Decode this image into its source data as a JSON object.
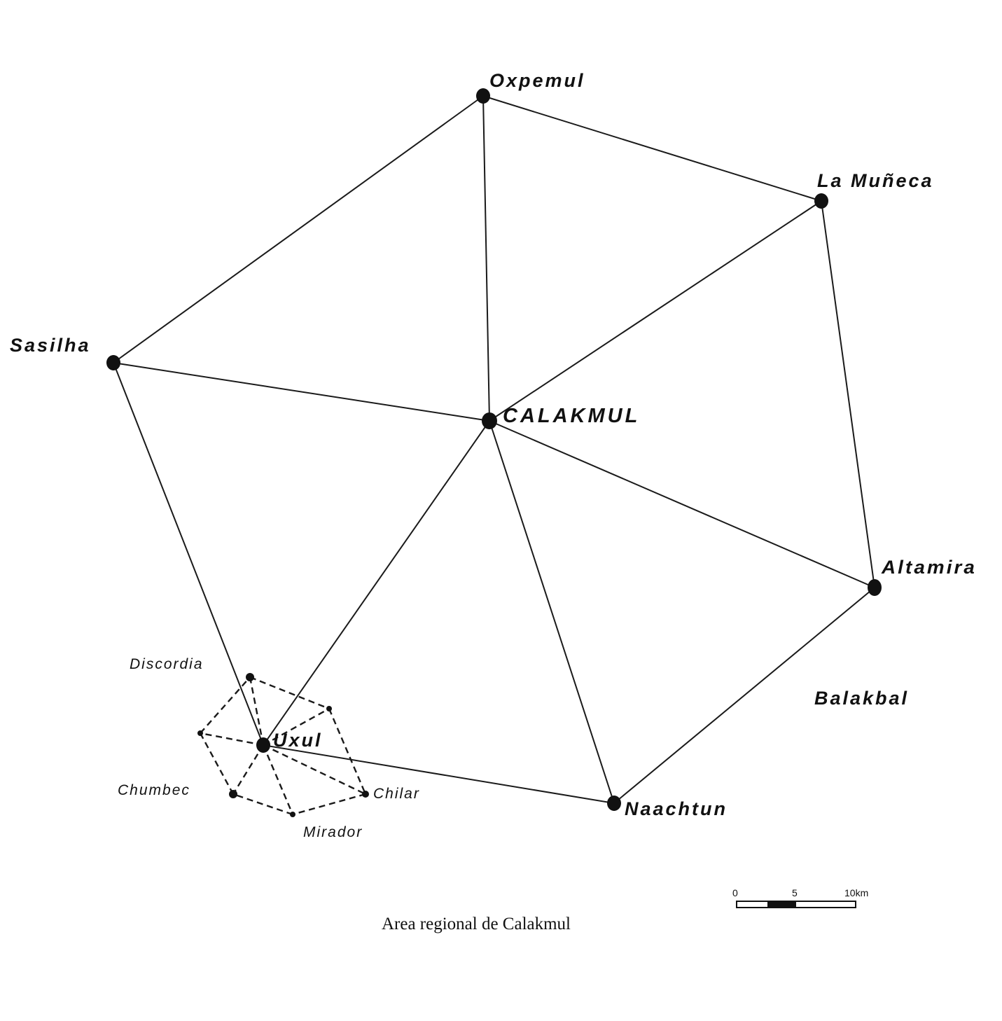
{
  "caption": "Area regional de Calakmul",
  "sites": {
    "oxpemul": "Oxpemul",
    "la_muneca": "La Muñeca",
    "sasilha": "Sasilha",
    "calakmul": "CALAKMUL",
    "altamira": "Altamira",
    "balakbal": "Balakbal",
    "naachtun": "Naachtun",
    "uxul": "Uxul",
    "discordia": "Discordia",
    "chumbec": "Chumbec",
    "chilar": "Chilar",
    "mirador": "Mirador"
  },
  "scale_bar": {
    "label_0": "0",
    "label_5": "5",
    "label_10": "10km"
  }
}
